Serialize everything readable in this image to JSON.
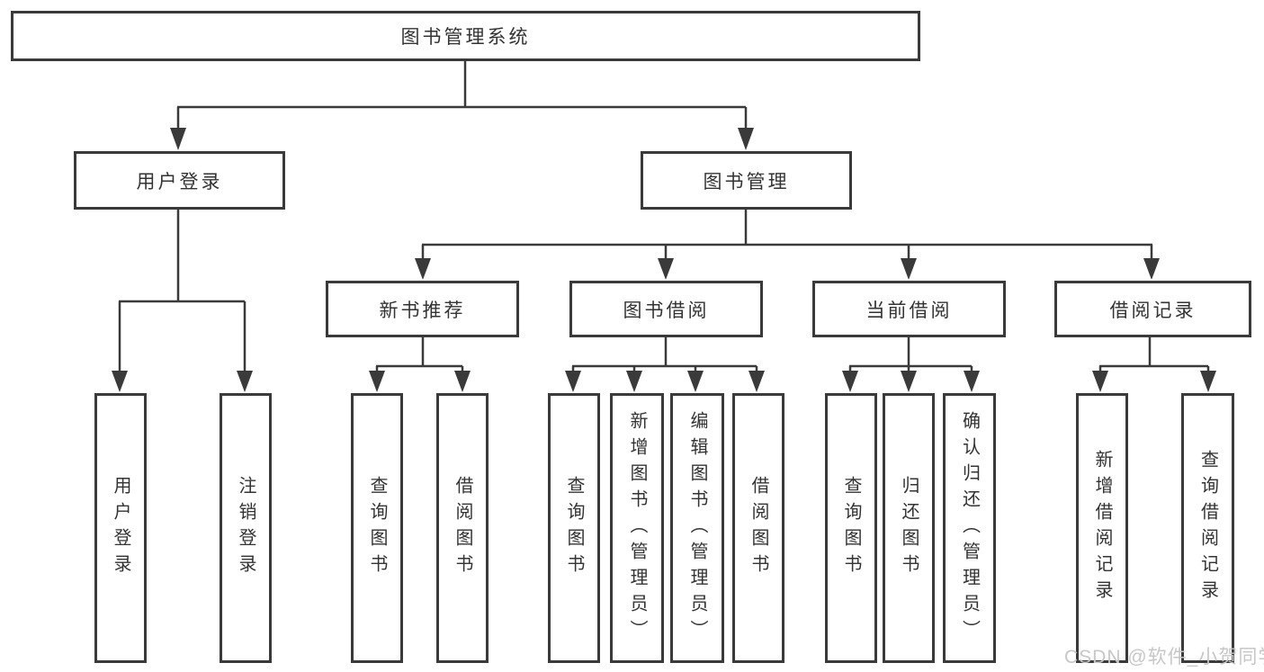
{
  "diagram": {
    "title": "图书管理系统",
    "level2": {
      "login": "用户登录",
      "manage": "图书管理"
    },
    "level3": {
      "newbook": "新书推荐",
      "borrow": "图书借阅",
      "current": "当前借阅",
      "records": "借阅记录"
    },
    "leaves": {
      "login": [
        "用户登录",
        "注销登录"
      ],
      "newbook": [
        "查询图书",
        "借阅图书"
      ],
      "borrow": [
        "查询图书",
        "新增图书（管理员）",
        "编辑图书（管理员）",
        "借阅图书"
      ],
      "current": [
        "查询图书",
        "归还图书",
        "确认归还（管理员）"
      ],
      "records": [
        "新增借阅记录",
        "查询借阅记录"
      ]
    },
    "watermark": "CSDN @软件_小贺同学",
    "colors": {
      "line": "#3a3a3a",
      "text": "#333333",
      "watermark": "#c7c7c7",
      "background": "#ffffff"
    }
  }
}
